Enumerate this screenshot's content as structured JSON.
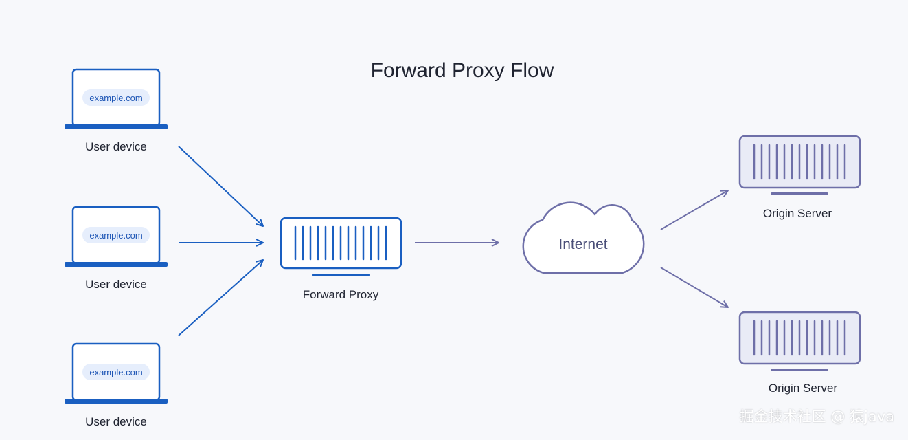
{
  "title": "Forward Proxy Flow",
  "user_devices": [
    {
      "url": "example.com",
      "label": "User device"
    },
    {
      "url": "example.com",
      "label": "User device"
    },
    {
      "url": "example.com",
      "label": "User device"
    }
  ],
  "proxy": {
    "label": "Forward Proxy"
  },
  "internet": {
    "label": "Internet"
  },
  "origin_servers": [
    {
      "label": "Origin Server"
    },
    {
      "label": "Origin Server"
    }
  ],
  "watermark": "掘金技术社区 @ 猿java",
  "colors": {
    "blue": "#1a5fc1",
    "purple": "#6e6fa8",
    "url_chip": "#e6eefc",
    "background": "#f7f8fb"
  }
}
